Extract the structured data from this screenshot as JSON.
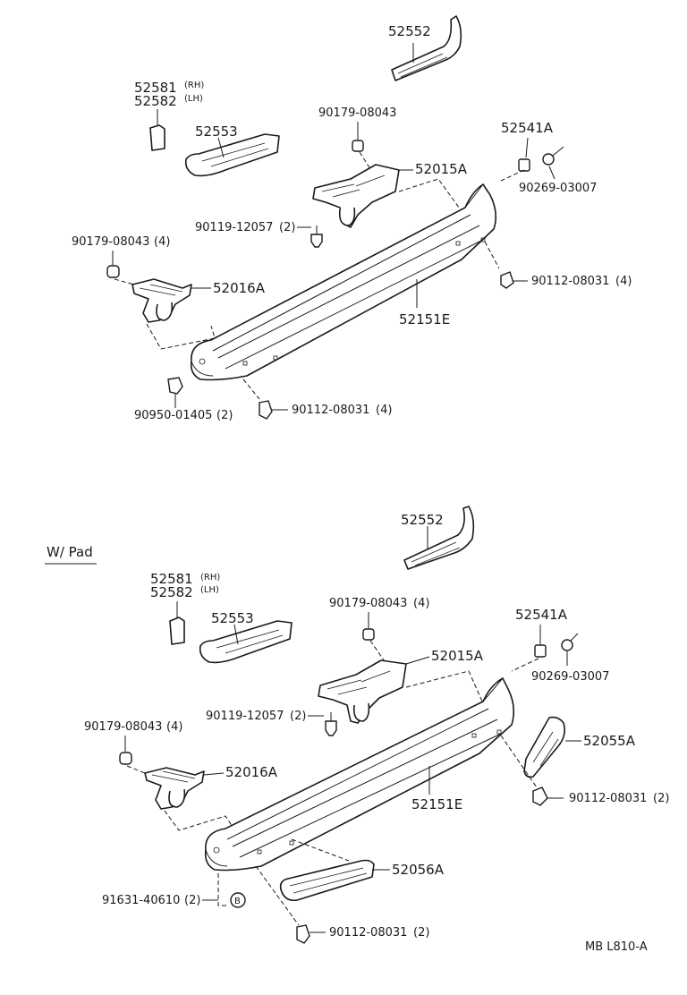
{
  "top": {
    "labels": {
      "p52552": "52552",
      "p52581": "52581",
      "p52581_side": "(RH)",
      "p52582": "52582",
      "p52582_side": "(LH)",
      "p52553": "52553",
      "p90179a": "90179-08043",
      "p52541A": "52541A",
      "p52015A": "52015A",
      "p90269": "90269-03007",
      "p90119": "90119-12057",
      "p90119_qty": "(2)",
      "p90179b": "90179-08043",
      "p90179b_qty": "(4)",
      "p52016A": "52016A",
      "p90112a": "90112-08031",
      "p90112a_qty": "(4)",
      "p52151E": "52151E",
      "p90950": "90950-01405",
      "p90950_qty": "(2)",
      "p90112b": "90112-08031",
      "p90112b_qty": "(4)"
    }
  },
  "bottom": {
    "variant_title": "W/ Pad",
    "labels": {
      "p52552": "52552",
      "p52581": "52581",
      "p52581_side": "(RH)",
      "p52582": "52582",
      "p52582_side": "(LH)",
      "p52553": "52553",
      "p90179a": "90179-08043",
      "p90179a_qty": "(4)",
      "p52541A": "52541A",
      "p52015A": "52015A",
      "p90269": "90269-03007",
      "p90119": "90119-12057",
      "p90119_qty": "(2)",
      "p90179b": "90179-08043",
      "p90179b_qty": "(4)",
      "p52055A": "52055A",
      "p52016A": "52016A",
      "p52151E": "52151E",
      "p90112a": "90112-08031",
      "p90112a_qty": "(2)",
      "p52056A": "52056A",
      "p91631": "91631-40610",
      "p91631_qty": "(2)",
      "ref_b": "B",
      "p90112b": "90112-08031",
      "p90112b_qty": "(2)"
    }
  },
  "footer": {
    "code": "MB  L810-A"
  }
}
